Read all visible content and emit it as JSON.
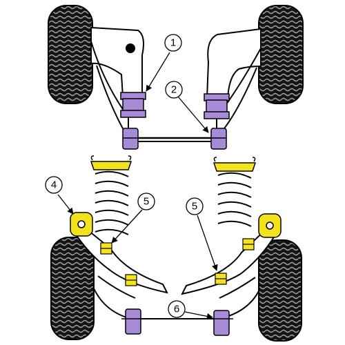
{
  "diagram": {
    "colors": {
      "tyre": "#111111",
      "bush_purple": "#a78bd6",
      "bush_yellow": "#f4e21a",
      "metal": "#ffffff",
      "spring": "#c9c9c9",
      "outline": "#000000"
    },
    "callouts": [
      {
        "id": "c1",
        "label": "1"
      },
      {
        "id": "c2",
        "label": "2"
      },
      {
        "id": "c4",
        "label": "4"
      },
      {
        "id": "c5a",
        "label": "5"
      },
      {
        "id": "c5b",
        "label": "5"
      },
      {
        "id": "c6",
        "label": "6"
      }
    ]
  }
}
